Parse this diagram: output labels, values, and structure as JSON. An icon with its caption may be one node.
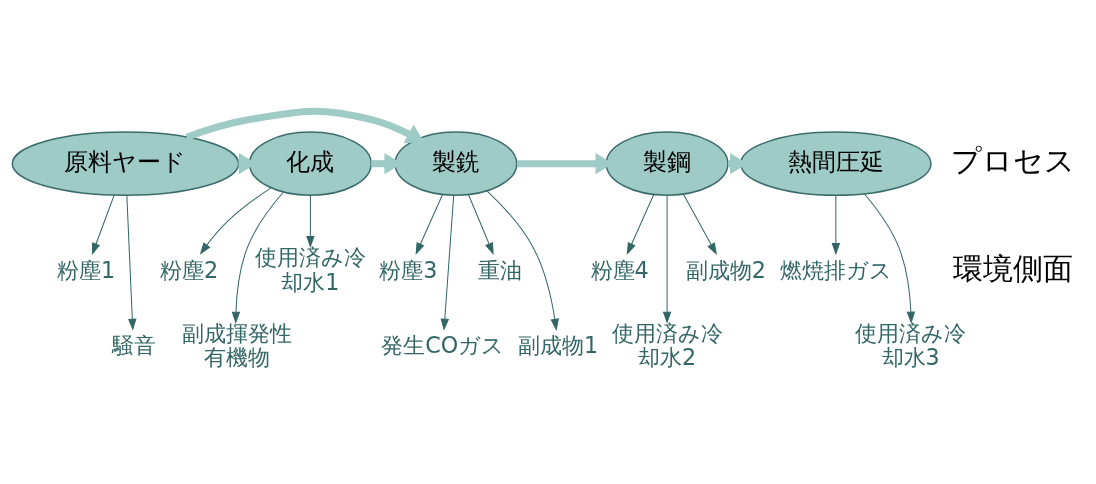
{
  "diagram": {
    "nodes": [
      {
        "text": [
          "原料ヤード"
        ]
      },
      {
        "text": [
          "化成"
        ]
      },
      {
        "text": [
          "製銑"
        ]
      },
      {
        "text": [
          "製鋼"
        ]
      },
      {
        "text": [
          "熱間圧延"
        ]
      },
      {
        "text": [
          "粉塵1"
        ]
      },
      {
        "text": [
          "騒音"
        ]
      },
      {
        "text": [
          "粉塵2"
        ]
      },
      {
        "text": [
          "副成揮発性有機物"
        ]
      },
      {
        "text": [
          "使用済み冷却水1"
        ]
      },
      {
        "text": [
          "粉塵3"
        ]
      },
      {
        "text": [
          "発生COガス"
        ]
      },
      {
        "text": [
          "重油"
        ]
      },
      {
        "text": [
          "副成物1"
        ]
      },
      {
        "text": [
          "粉塵4"
        ]
      },
      {
        "text": [
          "使用済み冷却水2"
        ]
      },
      {
        "text": [
          "副成物2"
        ]
      },
      {
        "text": [
          "燃焼排ガス"
        ]
      },
      {
        "text": [
          "使用済み冷却水3"
        ]
      }
    ],
    "edges": [
      {
        "from": 0,
        "to": 1,
        "arrow": "to",
        "style": "thick",
        "color": "#9ecbc6"
      },
      {
        "from": 1,
        "to": 2,
        "arrow": "to",
        "style": "thick",
        "color": "#9ecbc6"
      },
      {
        "from": 0,
        "to": 2,
        "arrow": "to",
        "style": "thick",
        "color": "#9ecbc6"
      },
      {
        "from": 2,
        "to": 3,
        "arrow": "to",
        "style": "thick",
        "color": "#9ecbc6"
      },
      {
        "from": 3,
        "to": 4,
        "arrow": "to",
        "style": "thick",
        "color": "#9ecbc6"
      },
      {
        "from": 0,
        "to": 5,
        "arrow": "to"
      },
      {
        "from": 0,
        "to": 6,
        "arrow": "to"
      },
      {
        "from": 1,
        "to": 7,
        "arrow": "to"
      },
      {
        "from": 1,
        "to": 8,
        "arrow": "to"
      },
      {
        "from": 1,
        "to": 9,
        "arrow": "to"
      },
      {
        "from": 2,
        "to": 10,
        "arrow": "to"
      },
      {
        "from": 2,
        "to": 11,
        "arrow": "to"
      },
      {
        "from": 2,
        "to": 12,
        "arrow": "to"
      },
      {
        "from": 2,
        "to": 13,
        "arrow": "to"
      },
      {
        "from": 3,
        "to": 14,
        "arrow": "to"
      },
      {
        "from": 3,
        "to": 15,
        "arrow": "to"
      },
      {
        "from": 3,
        "to": 16,
        "arrow": "to"
      },
      {
        "from": 4,
        "to": 17,
        "arrow": "to"
      },
      {
        "from": 4,
        "to": 18,
        "arrow": "to"
      }
    ],
    "labels": [
      "プロセス",
      "環境側面"
    ]
  }
}
